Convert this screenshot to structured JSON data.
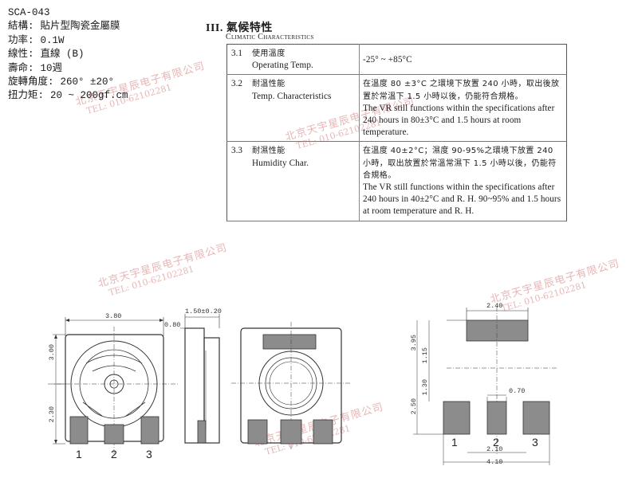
{
  "specs": {
    "model": "SCA-043",
    "rows": [
      {
        "label": "結構:",
        "value": "貼片型陶瓷金屬膜"
      },
      {
        "label": "功率:",
        "value": "0.1W"
      },
      {
        "label": "線性:",
        "value": "直線 (B)"
      },
      {
        "label": "壽命:",
        "value": "10週"
      },
      {
        "label": "旋轉角度:",
        "value": "260° ±20°"
      },
      {
        "label": "扭力矩:",
        "value": "20 ~ 200gf.cm"
      }
    ]
  },
  "section": {
    "heading": "III. 氣候特性",
    "subheading": "Climatic Characteristics",
    "rows": [
      {
        "num": "3.1",
        "name_zh": "使用溫度",
        "name_en": "Operating Temp.",
        "cond_zh": "",
        "cond_en": "-25° ~ +85°C"
      },
      {
        "num": "3.2",
        "name_zh": "耐溫性能",
        "name_en": "Temp. Characteristics",
        "cond_zh": "在溫度 80 ±3°C 之環境下放置 240 小時，取出後放置於常溫下 1.5 小時以後，仍能符合規格。",
        "cond_en": "The VR still functions within the specifications after 240 hours in 80±3°C and 1.5 hours at room temperature."
      },
      {
        "num": "3.3",
        "name_zh": "耐濕性能",
        "name_en": "Humidity Char.",
        "cond_zh": "在溫度 40±2°C；濕度 90-95%之環境下放置 240 小時，取出放置於常溫常濕下 1.5 小時以後，仍能符合規格。",
        "cond_en": "The VR still functions within the specifications after 240 hours in 40±2°C and R. H. 90~95% and 1.5 hours at room temperature and R. H."
      }
    ]
  },
  "watermark": {
    "company": "北京天宇星辰电子有限公司",
    "tel": "TEL: 010-62102281"
  },
  "drawing": {
    "dims": {
      "width": "3.80",
      "height_upper": "3.00",
      "height_lower": "2.30",
      "side_width": "1.50±0.20",
      "side_top": "0.80",
      "pad_top_width": "2.40",
      "pad_total_h": "3.95",
      "pad_mid_h": "1.15",
      "pad_low_h": "1.30",
      "pad_h": "2.50",
      "pad_small": "0.70",
      "pad_span": "2.10",
      "pad_total_w": "4.10"
    },
    "pins": [
      "1",
      "2",
      "3"
    ],
    "colors": {
      "pad": "#8c8c8c",
      "line": "#333333",
      "center": "#666666"
    }
  }
}
